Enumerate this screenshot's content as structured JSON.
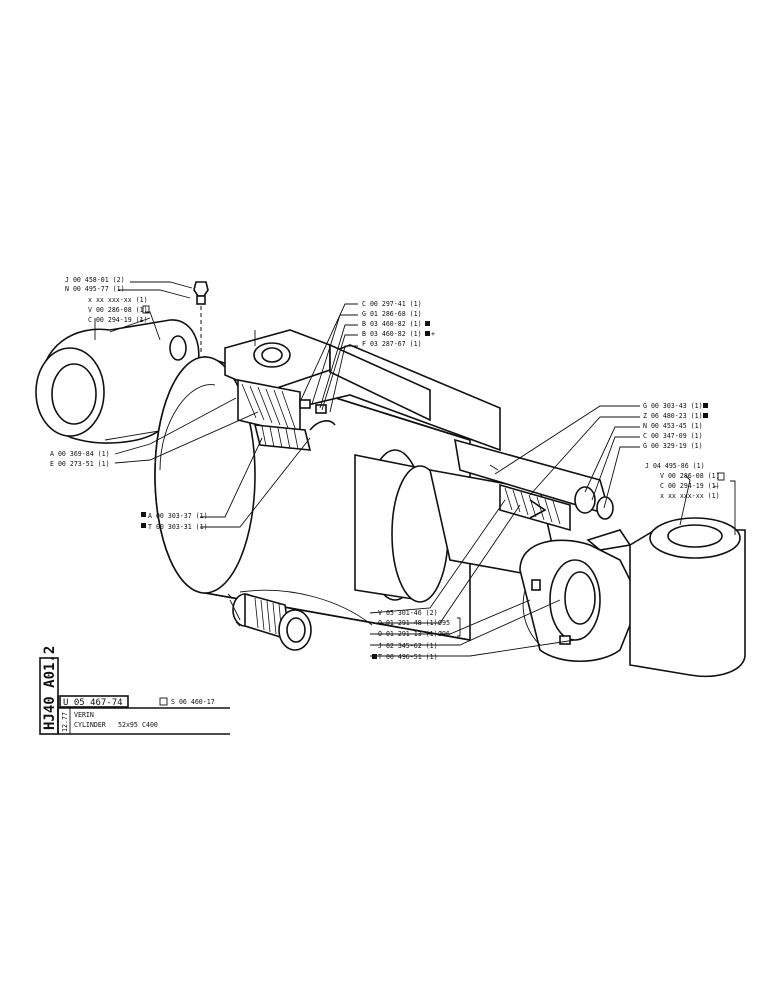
{
  "parts_left": [
    "J 00 458-01 (2)",
    "N 00 495-77 (1)",
    "x xx xxx-xx (1)",
    "V 00 286-08 (1)",
    "C 00 294-19 (1)",
    "A 00 369-84 (1)",
    "E 00 273-51 (1)",
    "A 00 303-37 (1)",
    "T 00 303-31 (1)"
  ],
  "parts_center": [
    "C 00 297-41 (1)",
    "G 01 286-68 (1)",
    "B 03 460-82 (1)",
    "B 03 460-82 (1)",
    "F 03 287-67 (1)"
  ],
  "parts_right": [
    "G 00 303-43 (1)",
    "Z 06 480-23 (1)",
    "N 00 453-45 (1)",
    "C 00 347-09 (1)",
    "G 00 329-19 (1)",
    "J 04 495-86 (1)",
    "V 00 286-08 (1)",
    "C 00 294-19 (1)",
    "x xx xxx-xx (1)"
  ],
  "parts_bottom": [
    "V 05 301-46 (2)",
    "O 01 291-48 (1)",
    "O 01 291-13 (1)",
    "J 02 345-62 (1)",
    "T 00 496-51 (1)"
  ],
  "annotations": {
    "o95": "Ø95",
    "o96": "Ø96",
    "plus_mark": "+",
    "arrow_mark": "←"
  },
  "title_block": {
    "code": "HJ40 A01.2",
    "part_number": "U 05 467-74",
    "ref_number": "S 06 460-17",
    "revision": "12.77",
    "name_fr": "VERIN",
    "name_en": "CYLINDER",
    "size": "52x95",
    "model": "C400"
  }
}
